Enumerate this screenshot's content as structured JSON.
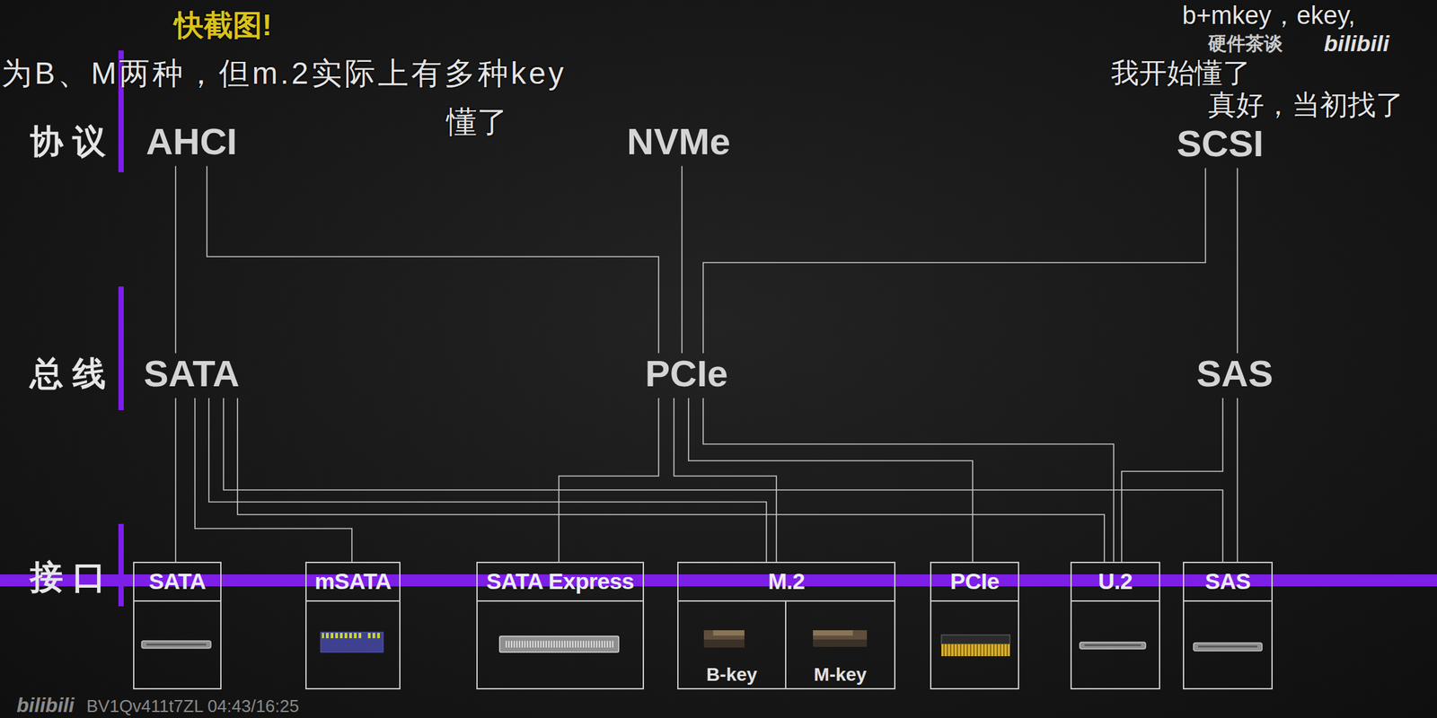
{
  "diagram": {
    "nodes": [
      {
        "text": [
          "AHCI"
        ]
      },
      {
        "text": [
          "NVMe"
        ]
      },
      {
        "text": [
          "SCSI"
        ]
      },
      {
        "text": [
          "SATA"
        ]
      },
      {
        "text": [
          "PCIe"
        ]
      },
      {
        "text": [
          "SAS"
        ]
      },
      {
        "text": [
          "SATA"
        ]
      },
      {
        "text": [
          "mSATA"
        ]
      },
      {
        "text": [
          "SATA Express"
        ]
      },
      {
        "text": [
          "M.2"
        ]
      },
      {
        "text": [
          "B-key"
        ],
        "in": 9
      },
      {
        "text": [
          "M-key"
        ],
        "in": 9
      },
      {
        "text": [
          "PCIe"
        ]
      },
      {
        "text": [
          "U.2"
        ]
      },
      {
        "text": [
          "SAS"
        ]
      }
    ],
    "edges": [
      {
        "from": 0,
        "to": 3,
        "arrow": "none"
      },
      {
        "from": 0,
        "to": 4,
        "arrow": "none"
      },
      {
        "from": 1,
        "to": 4,
        "arrow": "none"
      },
      {
        "from": 2,
        "to": 4,
        "arrow": "none"
      },
      {
        "from": 2,
        "to": 5,
        "arrow": "none"
      },
      {
        "from": 3,
        "to": 6,
        "arrow": "none"
      },
      {
        "from": 3,
        "to": 7,
        "arrow": "none"
      },
      {
        "from": 3,
        "to": 9,
        "arrow": "none"
      },
      {
        "from": 3,
        "to": 13,
        "arrow": "none"
      },
      {
        "from": 3,
        "to": 14,
        "arrow": "none"
      },
      {
        "from": 4,
        "to": 8,
        "arrow": "none"
      },
      {
        "from": 4,
        "to": 9,
        "arrow": "none"
      },
      {
        "from": 4,
        "to": 12,
        "arrow": "none"
      },
      {
        "from": 4,
        "to": 13,
        "arrow": "none"
      },
      {
        "from": 5,
        "to": 13,
        "arrow": "none"
      },
      {
        "from": 5,
        "to": 14,
        "arrow": "none"
      }
    ],
    "labels": [
      "快截图!",
      "为B、M两种，但m.2实际上有多种key",
      "b+mkey，ekey,",
      "硬件茶谈",
      "bilibili",
      "我开始懂了",
      "懂了",
      "真好，当初找了",
      "协 议",
      "总 线",
      "接 口",
      "bilibili",
      "BV1Qv411t7ZL 04:43/16:25"
    ]
  }
}
